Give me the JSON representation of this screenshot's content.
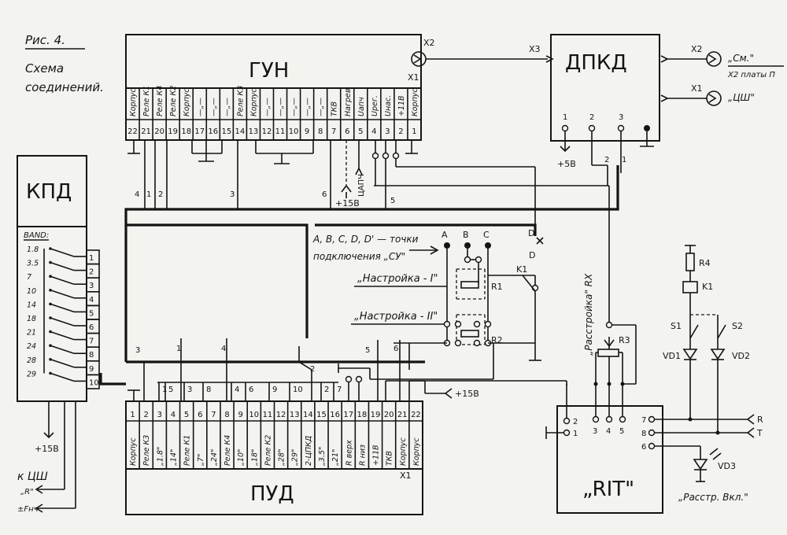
{
  "caption": {
    "fig": "Рис. 4.",
    "line1": "Схема",
    "line2": "соединений."
  },
  "blocks": {
    "gun": "ГУН",
    "kpd": "КПД",
    "dpkd": "ДПКД",
    "pud": "ПУД",
    "rit": "„RIT\""
  },
  "connectors": {
    "x1": "X1",
    "x2": "X2",
    "x3": "X3",
    "x1b": "X1",
    "x2b": "X2"
  },
  "gun_pins": [
    {
      "num": "22",
      "label": "Корпус"
    },
    {
      "num": "21",
      "label": "Реле К1"
    },
    {
      "num": "20",
      "label": "Реле К4"
    },
    {
      "num": "19",
      "label": "Реле К2"
    },
    {
      "num": "18",
      "label": "Корпус"
    },
    {
      "num": "17",
      "label": "—„—"
    },
    {
      "num": "16",
      "label": "—„—"
    },
    {
      "num": "15",
      "label": "—„—"
    },
    {
      "num": "14",
      "label": "Реле К3"
    },
    {
      "num": "13",
      "label": "Корпус"
    },
    {
      "num": "12",
      "label": "—„—"
    },
    {
      "num": "11",
      "label": "—„—"
    },
    {
      "num": "10",
      "label": "—„—"
    },
    {
      "num": "9",
      "label": "—„—"
    },
    {
      "num": "8",
      "label": "—„—"
    },
    {
      "num": "7",
      "label": "ТКВ"
    },
    {
      "num": "6",
      "label": "Нагрев"
    },
    {
      "num": "5",
      "label": "Uапч"
    },
    {
      "num": "4",
      "label": "Uрег."
    },
    {
      "num": "3",
      "label": "Uнас."
    },
    {
      "num": "2",
      "label": "+11В"
    },
    {
      "num": "1",
      "label": "Корпус"
    }
  ],
  "pud_pins": [
    {
      "num": "1",
      "label": "Корпус"
    },
    {
      "num": "2",
      "label": "Реле К3"
    },
    {
      "num": "3",
      "label": "„1.8\""
    },
    {
      "num": "4",
      "label": "„14\""
    },
    {
      "num": "5",
      "label": "Реле К1"
    },
    {
      "num": "6",
      "label": "„7\""
    },
    {
      "num": "7",
      "label": "„24\""
    },
    {
      "num": "8",
      "label": "Реле К4"
    },
    {
      "num": "9",
      "label": "„10\""
    },
    {
      "num": "10",
      "label": "„18\""
    },
    {
      "num": "11",
      "label": "Реле К2"
    },
    {
      "num": "12",
      "label": "„28\""
    },
    {
      "num": "13",
      "label": "„29\""
    },
    {
      "num": "14",
      "label": "2-ЦПКД"
    },
    {
      "num": "15",
      "label": "„3.5\""
    },
    {
      "num": "16",
      "label": "„21\""
    },
    {
      "num": "17",
      "label": "R верх"
    },
    {
      "num": "18",
      "label": "R низ"
    },
    {
      "num": "19",
      "label": "+11В"
    },
    {
      "num": "20",
      "label": "ТКВ"
    },
    {
      "num": "21",
      "label": "Корпус"
    },
    {
      "num": "22",
      "label": "Корпус"
    }
  ],
  "kpd": {
    "band": "BAND:",
    "bands": [
      "1.8",
      "3.5",
      "7",
      "10",
      "14",
      "18",
      "21",
      "24",
      "28",
      "29"
    ],
    "pins": [
      "1",
      "2",
      "3",
      "4",
      "5",
      "6",
      "7",
      "8",
      "9",
      "10"
    ],
    "supply": "+15В",
    "to_csh": "к ЦШ",
    "r_label": "„R\"",
    "fnch": "±Fнч"
  },
  "dpkd": {
    "pins": [
      "1",
      "2",
      "3"
    ],
    "supply": "+5В",
    "sm": "„См.\"",
    "sm2": "Х2 платы П",
    "csh": "„ЦШ\""
  },
  "wires": {
    "gun_nums": [
      "4",
      "1",
      "2",
      "3",
      "6",
      "5"
    ],
    "pud_nums": [
      "3",
      "1",
      "4",
      "2",
      "5",
      "6"
    ],
    "pud_small": [
      "1",
      "5",
      "3",
      "8",
      "4",
      "6",
      "9",
      "10",
      "2",
      "7"
    ],
    "dpkd_nums": [
      "2",
      "1"
    ],
    "capch": "ЦАПЧ",
    "plus15a": "+15В",
    "plus15b": "+15В",
    "d_prime": "D'",
    "d_plain": "D"
  },
  "su": {
    "note1": "A, B, C, D, D' — точки",
    "note2": "подключения „СУ\"",
    "a": "A",
    "b": "B",
    "c": "C",
    "tune1": "„Настройка - I\"",
    "tune2": "„Настройка - II\"",
    "r1": "R1",
    "r2": "R2",
    "k1": "K1"
  },
  "rit": {
    "detune": "„Расстройка\" RX",
    "r3": "R3",
    "pins_left": [
      "2",
      "1"
    ],
    "pins_top": [
      "3",
      "4",
      "5"
    ],
    "pins_right": [
      "7",
      "8",
      "6"
    ],
    "r": "R",
    "t": "T",
    "vd3": "VD3",
    "detune_on": "„Расстр. Вкл.\""
  },
  "relay": {
    "r4": "R4",
    "k1": "K1",
    "s1": "S1",
    "s2": "S2",
    "vd1": "VD1",
    "vd2": "VD2"
  }
}
